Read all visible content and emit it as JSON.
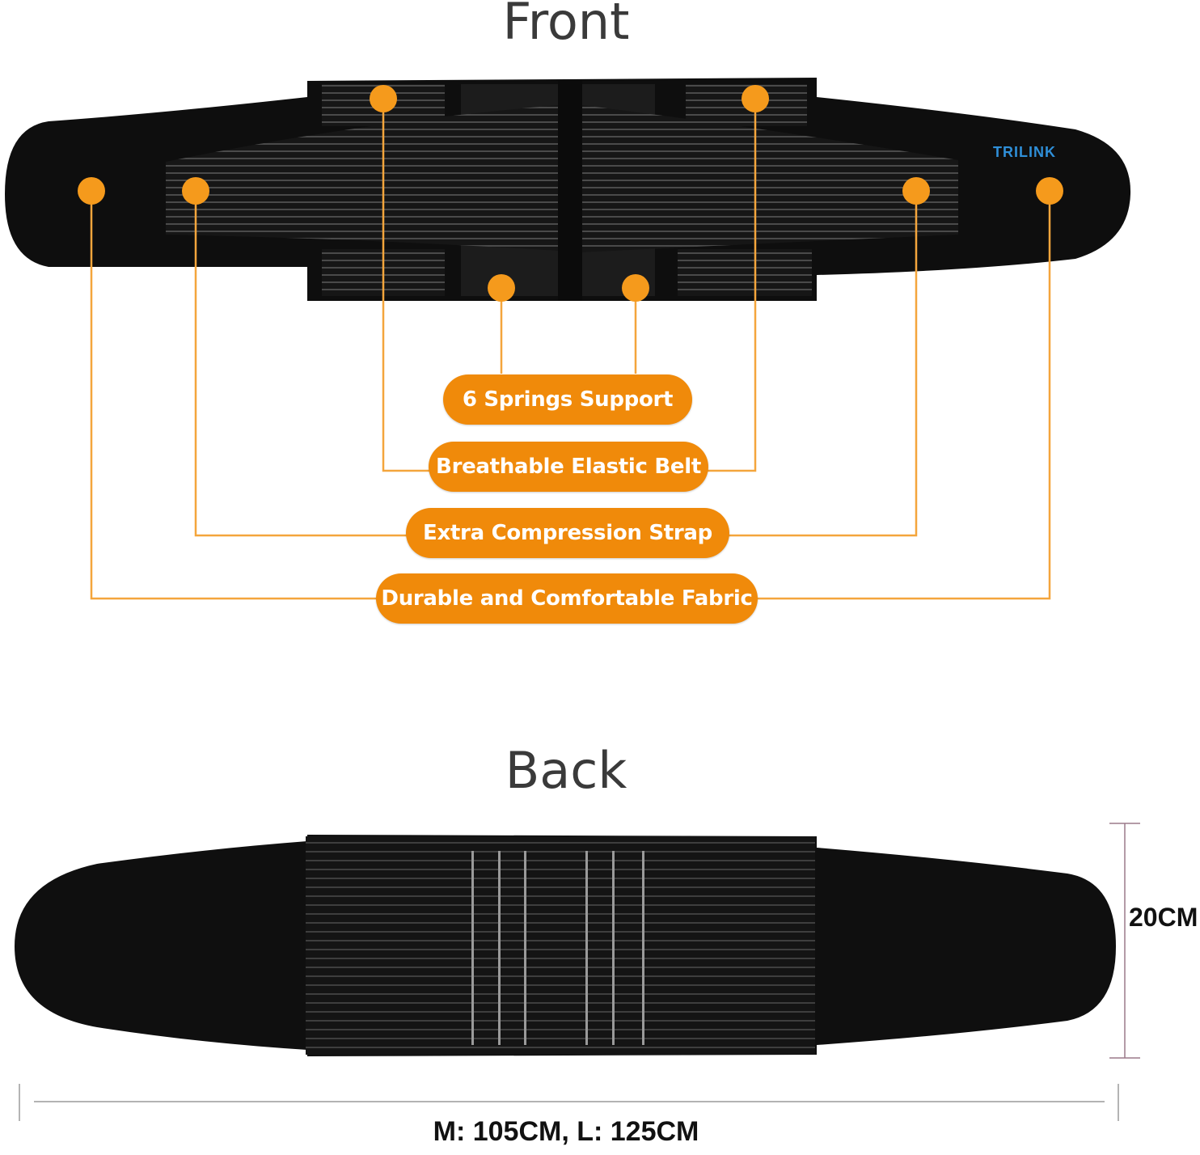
{
  "titles": {
    "front": "Front",
    "back": "Back"
  },
  "brand": {
    "name": "TRILINK",
    "color": "#2f8fd8"
  },
  "features": [
    {
      "label": "6 Springs Support"
    },
    {
      "label": "Breathable Elastic Belt"
    },
    {
      "label": "Extra Compression Strap"
    },
    {
      "label": "Durable and Comfortable Fabric"
    }
  ],
  "dimensions": {
    "height": "20CM",
    "width": "M: 105CM, L: 125CM"
  },
  "colors": {
    "accent": "#f08a0a",
    "belt": "#111111",
    "text": "#3a3a3a"
  }
}
